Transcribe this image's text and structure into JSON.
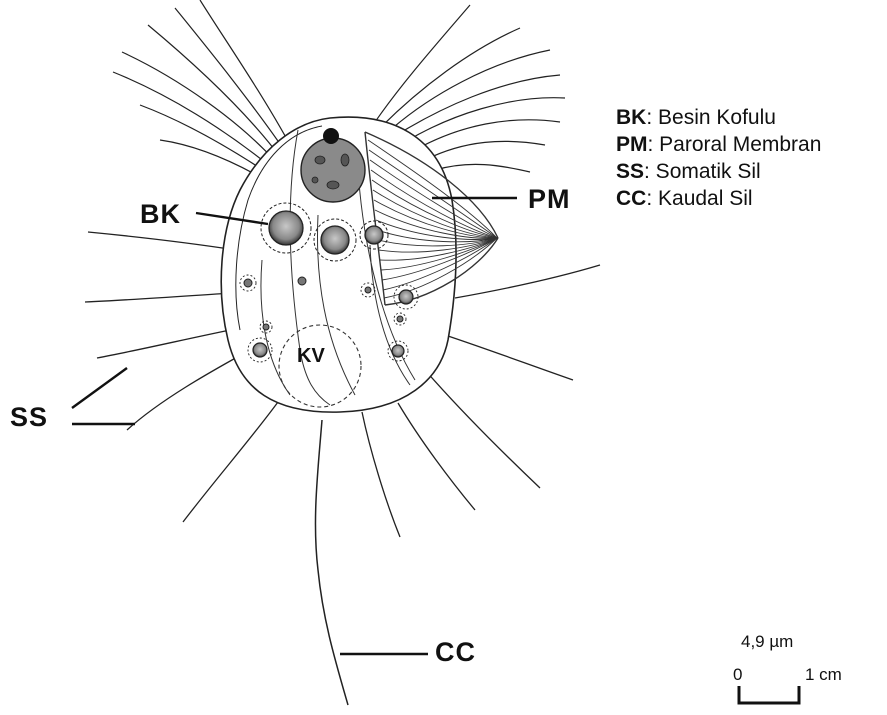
{
  "labels": {
    "bk": "BK",
    "pm": "PM",
    "ss": "SS",
    "cc": "CC",
    "kv": "KV"
  },
  "legend": [
    {
      "abbr": "BK",
      "text": ": Besin Kofulu"
    },
    {
      "abbr": "PM",
      "text": ": Paroral Membran"
    },
    {
      "abbr": "SS",
      "text": ": Somatik Sil"
    },
    {
      "abbr": "CC",
      "text": ": Kaudal Sil"
    }
  ],
  "scale_bar": {
    "value": "4,9 µm",
    "start": "0",
    "end": "1 cm"
  },
  "colors": {
    "ink": "#111111",
    "background": "#ffffff"
  }
}
